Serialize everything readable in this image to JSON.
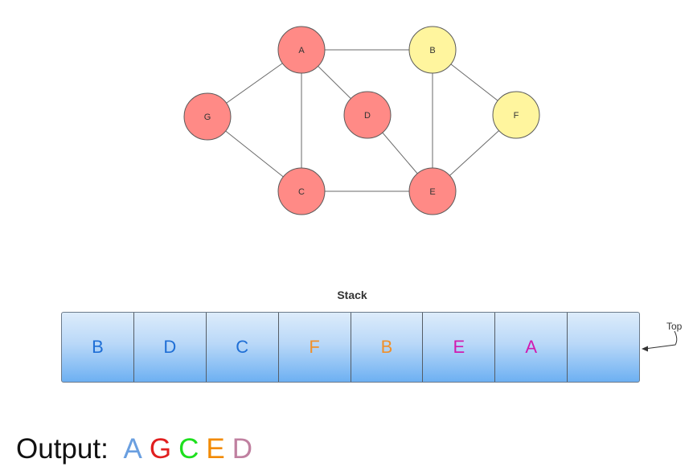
{
  "graph": {
    "nodes": [
      {
        "id": "A",
        "label": "A",
        "color": "#ff8a86"
      },
      {
        "id": "B",
        "label": "B",
        "color": "#fff59e"
      },
      {
        "id": "C",
        "label": "C",
        "color": "#ff8a86"
      },
      {
        "id": "D",
        "label": "D",
        "color": "#ff8a86"
      },
      {
        "id": "E",
        "label": "E",
        "color": "#ff8a86"
      },
      {
        "id": "F",
        "label": "F",
        "color": "#fff59e"
      },
      {
        "id": "G",
        "label": "G",
        "color": "#ff8a86"
      }
    ],
    "edges": [
      [
        "A",
        "B"
      ],
      [
        "A",
        "G"
      ],
      [
        "A",
        "C"
      ],
      [
        "A",
        "D"
      ],
      [
        "G",
        "C"
      ],
      [
        "C",
        "E"
      ],
      [
        "D",
        "E"
      ],
      [
        "B",
        "E"
      ],
      [
        "B",
        "F"
      ],
      [
        "F",
        "E"
      ]
    ]
  },
  "stack": {
    "title": "Stack",
    "cells": [
      {
        "label": "B",
        "color": "#1f6fd6"
      },
      {
        "label": "D",
        "color": "#1f6fd6"
      },
      {
        "label": "C",
        "color": "#1f6fd6"
      },
      {
        "label": "F",
        "color": "#f0902a"
      },
      {
        "label": "B",
        "color": "#f0902a"
      },
      {
        "label": "E",
        "color": "#d11ab0"
      },
      {
        "label": "A",
        "color": "#d11ab0"
      },
      {
        "label": "",
        "color": "#1f6fd6"
      }
    ],
    "top_label": "Top"
  },
  "output": {
    "label": "Output:",
    "items": [
      {
        "label": "A",
        "color": "#6a9fe0"
      },
      {
        "label": "G",
        "color": "#e11f1f"
      },
      {
        "label": "C",
        "color": "#1ee01e"
      },
      {
        "label": "E",
        "color": "#f28a00"
      },
      {
        "label": "D",
        "color": "#c080a0"
      }
    ]
  }
}
